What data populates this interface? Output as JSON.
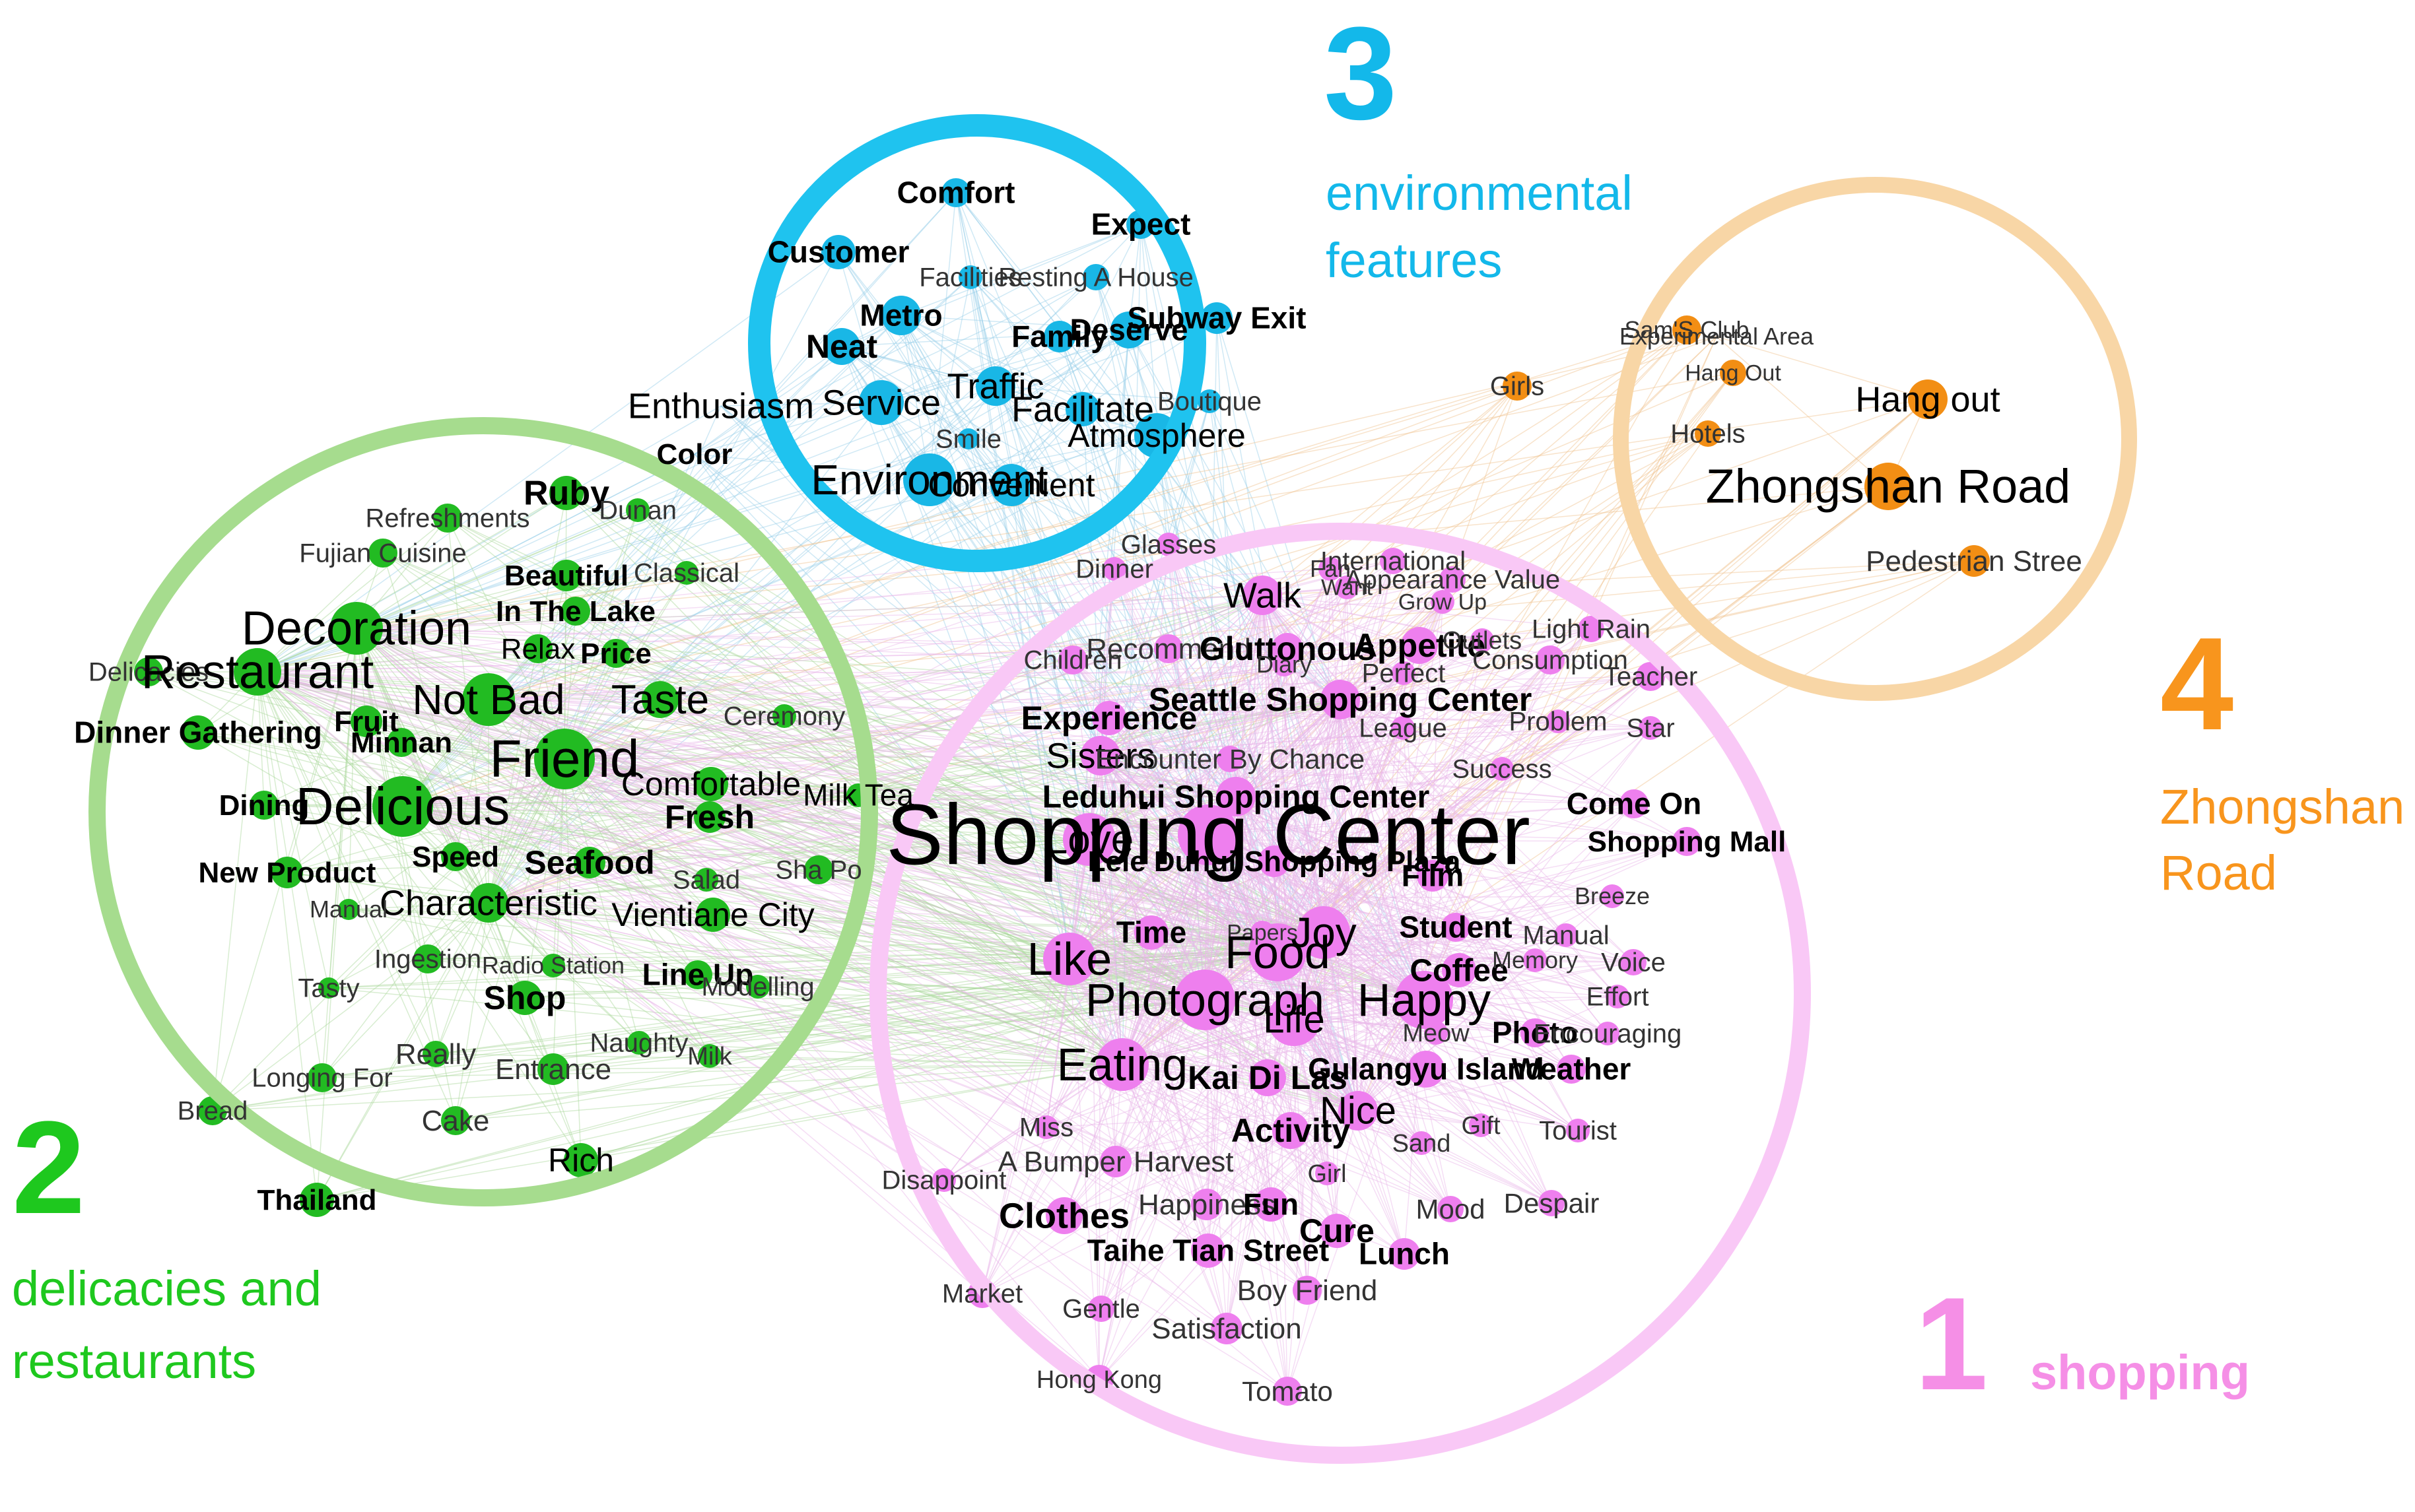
{
  "colors": {
    "shopping": "#ee7fee",
    "delicacies": "#22bb22",
    "environment": "#19b7e6",
    "zhongshan": "#f28e14",
    "ring_shopping": "#f9c8f6",
    "ring_delicacies": "#a6dc8e",
    "ring_environment": "#1fc3ef",
    "ring_zhongshan": "#f8d6a6",
    "cluster_number_shopping": "#f58fe6",
    "cluster_number_delicacies": "#1ec81e",
    "cluster_number_environment": "#13b8ea",
    "cluster_number_zhongshan": "#f8951d"
  },
  "clusters": [
    {
      "id": "shopping",
      "number": "1",
      "name": "shopping"
    },
    {
      "id": "delicacies",
      "number": "2",
      "name_line1": "delicacies and",
      "name_line2": "restaurants"
    },
    {
      "id": "environment",
      "number": "3",
      "name_line1": "environmental",
      "name_line2": "features"
    },
    {
      "id": "zhongshan",
      "number": "4",
      "name_line1": "Zhongshan",
      "name_line2": "Road"
    }
  ],
  "words": {
    "environment": [
      "Comfort",
      "Customer",
      "Expect",
      "Facilities",
      "Resting A House",
      "Metro",
      "Family",
      "Deserve",
      "Subway Exit",
      "Neat",
      "Service",
      "Traffic",
      "Facilitate",
      "Boutique",
      "Enthusiasm",
      "Smile",
      "Atmosphere",
      "Color",
      "Environment",
      "Convenient"
    ],
    "zhongshan": [
      "Sam'S Club",
      "Experimental Area",
      "Hang Out",
      "Girls",
      "Hang out",
      "Hotels",
      "Zhongshan Road",
      "Pedestrian Stree"
    ],
    "delicacies": [
      "Refreshments",
      "Ruby",
      "Dunan",
      "Fujian Cuisine",
      "Beautiful",
      "Classical",
      "In The Lake",
      "Decoration",
      "Relax",
      "Price",
      "Delicacies",
      "Restaurant",
      "Not Bad",
      "Taste",
      "Ceremony",
      "Dinner Gathering",
      "Fruit",
      "Minnan",
      "Friend",
      "Comfortable",
      "Milk Tea",
      "Dining",
      "Delicious",
      "Fresh",
      "Speed",
      "Seafood",
      "Salad",
      "Sha Po",
      "New Product",
      "Characteristic",
      "Manual",
      "Vientiane City",
      "Ingestion",
      "Radio Station",
      "Line Up",
      "Tasty",
      "Shop",
      "Modelling",
      "Really",
      "Naughty",
      "Milk",
      "Longing For",
      "Entrance",
      "Bread",
      "Cake",
      "Rich",
      "Thailand"
    ],
    "shopping": [
      "Glasses",
      "International",
      "Dinner",
      "Fan",
      "Appearance Value",
      "Want",
      "Grow Up",
      "Walk",
      "Light Rain",
      "Recommend",
      "Gluttonous",
      "Appetite",
      "Outlets",
      "Children",
      "Diary",
      "Perfect",
      "Consumption",
      "Teacher",
      "Seattle Shopping Center",
      "Experience",
      "League",
      "Problem",
      "Star",
      "Sisters",
      "Encounter By Chance",
      "Success",
      "Leduhui Shopping Center",
      "Come On",
      "Shopping Center",
      "Love",
      "Lele Duhui Shopping Plaza",
      "Shopping Mall",
      "Film",
      "Breeze",
      "Time",
      "Papers",
      "Joy",
      "Student",
      "Manual",
      "Like",
      "Food",
      "Coffee",
      "Memory",
      "Voice",
      "Effort",
      "Photograph",
      "Happy",
      "Life",
      "Meow",
      "Photo",
      "Encouraging",
      "Eating",
      "Kai Di Las",
      "Gulangyu Island",
      "Weather",
      "Nice",
      "Gift",
      "Tourist",
      "Miss",
      "Activity",
      "Sand",
      "A Bumper Harvest",
      "Disappoint",
      "Girl",
      "Happiness",
      "Fun",
      "Mood",
      "Despair",
      "Clothes",
      "Cure",
      "Taihe Tian Street",
      "Lunch",
      "Boy Friend",
      "Market",
      "Gentle",
      "Satisfaction",
      "Hong Kong",
      "Tomato"
    ]
  }
}
